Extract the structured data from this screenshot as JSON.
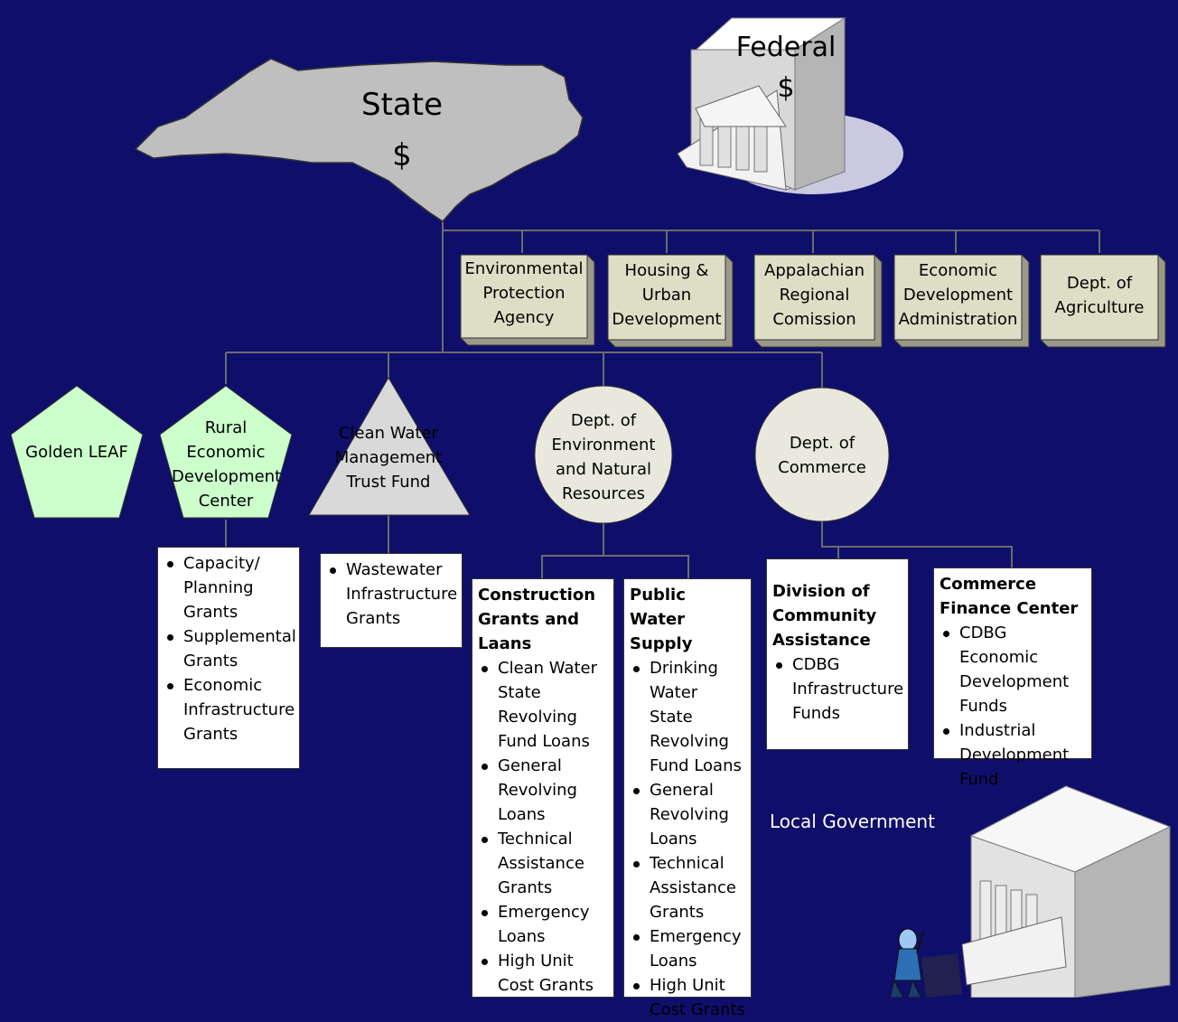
{
  "state": {
    "label": "State",
    "symbol": "$"
  },
  "federal": {
    "label": "Federal",
    "symbol": "$"
  },
  "federal_agencies": [
    {
      "label": "Environmental Protection Agency"
    },
    {
      "label": "Housing & Urban Development"
    },
    {
      "label": "Appalachian Regional Comission"
    },
    {
      "label": "Economic Development Administration"
    },
    {
      "label": "Dept. of Agriculture"
    }
  ],
  "state_entities": {
    "golden_leaf": "Golden LEAF",
    "rural_center": "Rural Economic Development Center",
    "clean_water": "Clean Water Management Trust Fund",
    "denr": "Dept. of Environment and Natural Resources",
    "commerce": "Dept. of Commerce"
  },
  "programs": {
    "rural_center": {
      "items": [
        "Capacity/ Planning Grants",
        "Supplemental Grants",
        "Economic Infrastructure Grants"
      ]
    },
    "clean_water": {
      "items": [
        "Wastewater Infrastructure Grants"
      ]
    },
    "construction": {
      "title": "Construction Grants and Laans",
      "items": [
        "Clean Water State Revolving Fund Loans",
        "General Revolving Loans",
        "Technical Assistance Grants",
        "Emergency Loans",
        "High Unit Cost Grants"
      ]
    },
    "public_water": {
      "title": "Public Water Supply",
      "items": [
        "Drinking Water State Revolving Fund Loans",
        "General Revolving Loans",
        "Technical Assistance Grants",
        "Emergency Loans",
        "High Unit Cost Grants"
      ]
    },
    "community": {
      "title": "Division of Community Assistance",
      "items": [
        "CDBG Infrastructure Funds"
      ]
    },
    "finance": {
      "title": "Commerce Finance Center",
      "items": [
        "CDBG Economic Development Funds",
        "Industrial Development Fund"
      ]
    }
  },
  "local_government": {
    "label": "Local Government"
  },
  "colors": {
    "background": "#0f0f6b",
    "connector": "#6b6b6b",
    "agency_box": "#dedec6",
    "pentagon": "#ccffcc",
    "circle": "#e8e8dc",
    "triangle": "#d9d9d9",
    "state_map": "#bfbfbf"
  }
}
